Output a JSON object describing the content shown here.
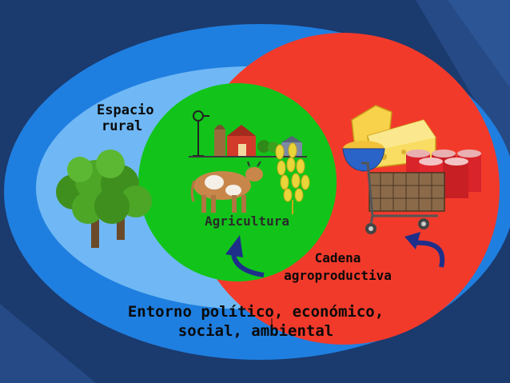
{
  "labels": {
    "espacio_rural_line1": "Espacio",
    "espacio_rural_line2": "rural",
    "agricultura": "Agricultura",
    "cadena_line1": "Cadena",
    "cadena_line2": "agroproductiva",
    "entorno_line1": "Entorno político, económico,",
    "entorno_line2": "social, ambiental"
  },
  "colors": {
    "background": "#1b3a6e",
    "outer_ellipse": "#1f7fe0",
    "rural_ellipse": "#6fb8f5",
    "agricultura_circle": "#12c41a",
    "cadena_circle": "#f23a2b",
    "arrow": "#1e2f8a"
  },
  "icons": [
    "tree-icon",
    "farm-icon",
    "cow-icon",
    "wheat-icon",
    "cheese-icon",
    "shopping-cart-icon",
    "cans-icon",
    "bowl-icon"
  ]
}
